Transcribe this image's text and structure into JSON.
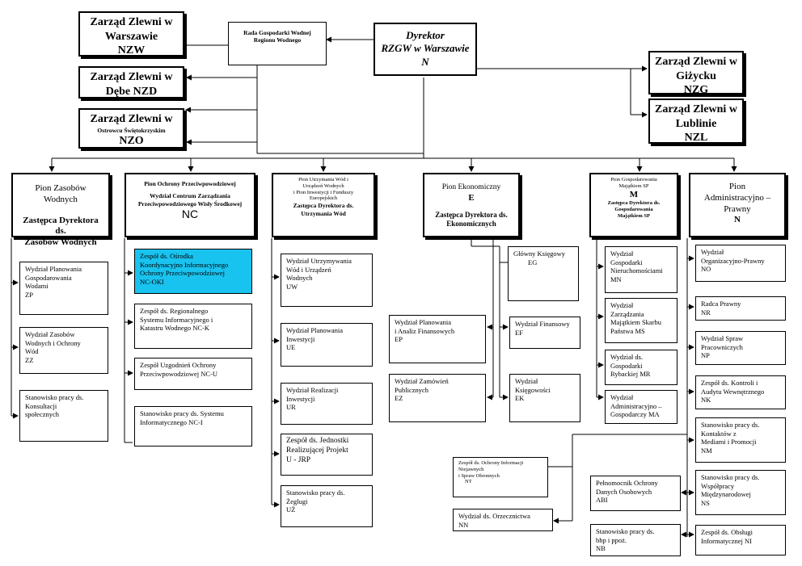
{
  "director": {
    "line1": "Dyrektor",
    "line2": "RZGW w Warszawie",
    "code": "N"
  },
  "council": {
    "line1": "Rada Gospodarki Wodnej",
    "line2": "Regionu Wodnego"
  },
  "left_boards": [
    {
      "lines": [
        "Zarząd Zlewni w",
        "Warszawie"
      ],
      "code": "NZW"
    },
    {
      "lines": [
        "Zarząd Zlewni w",
        "Dębe  NZD"
      ],
      "code": ""
    },
    {
      "lines": [
        "Zarząd Zlewni w",
        "Ostrowcu Świętokrzyskim"
      ],
      "code": "NZO"
    }
  ],
  "right_boards": [
    {
      "lines": [
        "Zarząd Zlewni w",
        "Giżycku"
      ],
      "code": "NZG"
    },
    {
      "lines": [
        "Zarząd Zlewni w",
        "Lublinie"
      ],
      "code": "NZL"
    }
  ],
  "divisions": {
    "zasoby": {
      "title": "Pion Zasobów Wodnych",
      "deputy": [
        "Zastępca Dyrektora ds.",
        "Zasobów Wodnych"
      ]
    },
    "ochrona": {
      "title": "Pion Ochrony  Przeciwpowodziowej",
      "sub": [
        "Wydział Centrum Zarządzania",
        "Przeciwpowodziowego Wisły Środkowej"
      ],
      "code": "NC"
    },
    "utrzymanie": {
      "lines": [
        "Pion Utrzymania Wód i",
        "Urządzeń Wodnych",
        "i  Pion Inwestycji i Funduszy",
        "Europejskich"
      ],
      "deputy": [
        "Zastępca Dyrektora ds.",
        "Utrzymania Wód"
      ]
    },
    "ekonomiczny": {
      "title": "Pion Ekonomiczny",
      "code": "E",
      "deputy": [
        "Zastępca Dyrektora ds.",
        "Ekonomicznych"
      ]
    },
    "gospodarowanie": {
      "lines": [
        "Pion Gospodarowania",
        "Majątkiem SP"
      ],
      "code": "M",
      "deputy": [
        "Zastępca Dyrektora ds.",
        "Gospodarowania",
        "Majątkiem SP"
      ]
    },
    "administracja": {
      "lines": [
        "Pion",
        "Administracyjno –",
        "Prawny"
      ],
      "code": "N"
    }
  },
  "units": {
    "zp": [
      "Wydział Planowania",
      "Gospodarowania",
      "Wodami",
      "ZP"
    ],
    "zz": [
      "Wydział  Zasobów",
      "Wodnych i Ochrony",
      "Wód",
      "ZZ"
    ],
    "konsultacje": [
      "Stanowisko pracy ds.",
      "Konsultacji",
      "społecznych"
    ],
    "nc_oki": [
      " Zespół ds. Ośrodka",
      "Koordynacyjno Informacyjnego",
      "Ochrony Przeciwpowodziowej",
      "NC-OKI"
    ],
    "nc_k": [
      "Zespół ds. Regionalnego",
      "Systemu Informacyjnego i",
      "Katastru Wodnego NC-K"
    ],
    "nc_u": [
      "Zespół Uzgodnień Ochrony",
      "Przeciwpowodziowej NC-U"
    ],
    "nc_i": [
      "Stanowisko pracy ds. Systemu",
      "Informatycznego NC-I"
    ],
    "uw": [
      "Wydział Utrzymywania",
      "Wód i Urządzeń",
      "Wodnych",
      "UW"
    ],
    "ue": [
      "Wydział  Planowania",
      "Inwestycji",
      "UE"
    ],
    "ur": [
      "Wydział Realizacji",
      "Inwestycji",
      "UR"
    ],
    "jrp": [
      "Zespół ds. Jednostki",
      "Realizującej Projekt",
      "U - JRP"
    ],
    "uz": [
      "Stanowisko pracy ds.",
      "Żeglugi",
      "UŻ"
    ],
    "eg": [
      "Główny Księgowy",
      "EG"
    ],
    "ep": [
      "Wydział Planowania",
      "i Analiz Finansowych",
      "EP"
    ],
    "ef": [
      "Wydział Finansowy",
      "EF"
    ],
    "ez": [
      "Wydział Zamówień",
      "Publicznych",
      "EZ"
    ],
    "ek": [
      "Wydział",
      "Księgowości",
      "EK"
    ],
    "mn": [
      "Wydział",
      "Gospodarki",
      "Nieruchomościami",
      "MN"
    ],
    "ms": [
      "Wydział",
      "Zarządzania",
      "Majątkiem Skarbu",
      "Państwa MS"
    ],
    "mr": [
      "Wydział  ds.",
      "Gospodarki",
      "Rybackiej  MR"
    ],
    "ma": [
      "Wydział",
      "Administracyjno –",
      "Gospodarczy  MA"
    ],
    "no": [
      "Wydział",
      "Organizacyjno-Prawny",
      "NO"
    ],
    "nr": [
      "Radca Prawny",
      "NR"
    ],
    "np": [
      "Wydział Spraw",
      "Pracowniczych",
      "NP"
    ],
    "nk": [
      "Zespół ds. Kontroli i",
      "Audytu Wewnętrznego",
      "NK"
    ],
    "nm": [
      "Stanowisko pracy ds.",
      "Kontaktów  z",
      "Mediami  i Promocji",
      "NM"
    ],
    "ns": [
      "Stanowisko pracy  ds.",
      "Współpracy",
      "Międzynarodowej",
      "NS"
    ],
    "ni": [
      "Zespół ds. Obsługi",
      "Informatycznej  NI"
    ],
    "nt": [
      "Zespół ds. Ochrony Informacji",
      "Niejawnych",
      "i Spraw Obronnych",
      "NT"
    ],
    "nn": [
      "Wydział ds. Orzecznictwa",
      "NN"
    ],
    "abi": [
      "Pełnomocnik Ochrony",
      "Danych Osobowych",
      "ABI"
    ],
    "nb": [
      "Stanowisko pracy ds.",
      "bhp i ppoż.",
      "NB"
    ]
  }
}
